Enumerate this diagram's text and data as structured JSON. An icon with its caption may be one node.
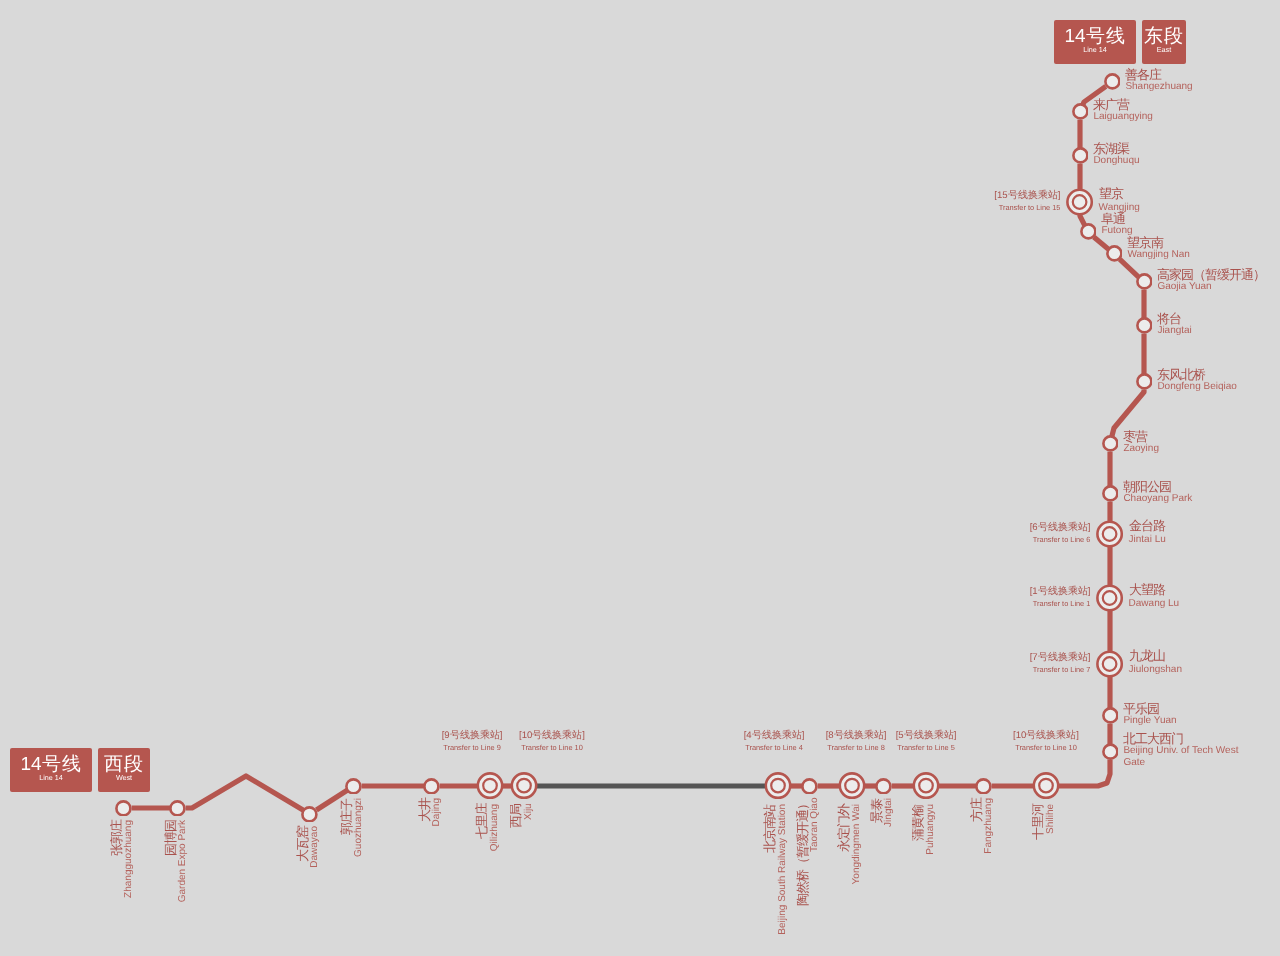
{
  "diagram": {
    "nodes": [
      {
        "text": [
          "14号线",
          "Line 14"
        ]
      },
      {
        "text": [
          "东段",
          "East"
        ]
      },
      {
        "text": [
          "善各庄",
          "Shangezhuang"
        ]
      },
      {
        "text": [
          "来广营",
          "Laiguangying"
        ]
      },
      {
        "text": [
          "东湖渠",
          "Donghuqu"
        ]
      },
      {
        "text": [
          "望京",
          "Wangjing"
        ],
        "beside": [
          "[15号线换乘站]",
          "Transfer to Line 15"
        ]
      },
      {
        "text": [
          "阜通",
          "Futong"
        ]
      },
      {
        "text": [
          "望京南",
          "Wangjing Nan"
        ]
      },
      {
        "text": [
          "高家园（暂缓开通）",
          "Gaojia Yuan"
        ]
      },
      {
        "text": [
          "将台",
          "Jiangtai"
        ]
      },
      {
        "text": [
          "东风北桥",
          "Dongfeng Beiqiao"
        ]
      },
      {
        "text": [
          "枣营",
          "Zaoying"
        ]
      },
      {
        "text": [
          "朝阳公园",
          "Chaoyang Park"
        ]
      },
      {
        "text": [
          "金台路",
          "Jintai Lu"
        ],
        "beside": [
          "[6号线换乘站]",
          "Transfer to Line 6"
        ]
      },
      {
        "text": [
          "大望路",
          "Dawang Lu"
        ],
        "beside": [
          "[1号线换乘站]",
          "Transfer to Line 1"
        ]
      },
      {
        "text": [
          "九龙山",
          "Jiulongshan"
        ],
        "beside": [
          "[7号线换乘站]",
          "Transfer to Line 7"
        ]
      },
      {
        "text": [
          "平乐园",
          "Pingle Yuan"
        ]
      },
      {
        "text": [
          "北工大西门",
          "Beijing Univ. of Tech West Gate"
        ]
      },
      {
        "text": [
          "14号线",
          "Line 14"
        ]
      },
      {
        "text": [
          "西段",
          "West"
        ]
      },
      {
        "text": [
          "张郭庄",
          "Zhangguozhuang"
        ]
      },
      {
        "text": [
          "园博园",
          "Garden Expo Park"
        ]
      },
      {
        "text": [
          "大瓦窑",
          "Dawayao"
        ]
      },
      {
        "text": [
          "郭庄子",
          "Guozhuangzi"
        ]
      },
      {
        "text": [
          "大井",
          "Dajing"
        ]
      },
      {
        "text": [
          "七里庄",
          "Qilizhuang"
        ],
        "beside": [
          "[9号线换乘站]",
          "Transfer to Line 9"
        ]
      },
      {
        "text": [
          "西局",
          "Xiju"
        ],
        "beside": [
          "[10号线换乘站]",
          "Transfer to Line 10"
        ]
      },
      {
        "text": [
          "北京南站",
          "Beijing South Railway Station"
        ],
        "beside": [
          "[4号线换乘站]",
          "Transfer to Line 4"
        ]
      },
      {
        "text": [
          "陶然桥（暂缓开通）",
          "Taoran Qiao"
        ]
      },
      {
        "text": [
          "永定门外",
          "Yongdingmen Wai"
        ],
        "beside": [
          "[8号线换乘站]",
          "Transfer to Line 8"
        ]
      },
      {
        "text": [
          "景泰",
          "Jingtai"
        ]
      },
      {
        "text": [
          "蒲黄榆",
          "Puhuangyu"
        ],
        "beside": [
          "[5号线换乘站]",
          "Transfer to Line 5"
        ]
      },
      {
        "text": [
          "方庄",
          "Fangzhuang"
        ]
      },
      {
        "text": [
          "十里河",
          "Shilihe"
        ],
        "beside": [
          "[10号线换乘站]",
          "Transfer to Line 10"
        ]
      }
    ],
    "edges": [
      {
        "from": 2,
        "to": 3,
        "arrow": "none"
      },
      {
        "from": 3,
        "to": 4,
        "arrow": "none"
      },
      {
        "from": 4,
        "to": 5,
        "arrow": "none"
      },
      {
        "from": 5,
        "to": 6,
        "arrow": "none"
      },
      {
        "from": 6,
        "to": 7,
        "arrow": "none"
      },
      {
        "from": 7,
        "to": 8,
        "arrow": "none"
      },
      {
        "from": 8,
        "to": 9,
        "arrow": "none"
      },
      {
        "from": 9,
        "to": 10,
        "arrow": "none"
      },
      {
        "from": 10,
        "to": 11,
        "arrow": "none"
      },
      {
        "from": 11,
        "to": 12,
        "arrow": "none"
      },
      {
        "from": 12,
        "to": 13,
        "arrow": "none"
      },
      {
        "from": 13,
        "to": 14,
        "arrow": "none"
      },
      {
        "from": 14,
        "to": 15,
        "arrow": "none"
      },
      {
        "from": 15,
        "to": 16,
        "arrow": "none"
      },
      {
        "from": 16,
        "to": 17,
        "arrow": "none"
      },
      {
        "from": 17,
        "to": 33,
        "arrow": "none"
      },
      {
        "from": 33,
        "to": 32,
        "arrow": "none"
      },
      {
        "from": 32,
        "to": 31,
        "arrow": "none"
      },
      {
        "from": 31,
        "to": 30,
        "arrow": "none"
      },
      {
        "from": 30,
        "to": 29,
        "arrow": "none"
      },
      {
        "from": 29,
        "to": 28,
        "arrow": "none"
      },
      {
        "from": 28,
        "to": 27,
        "arrow": "none"
      },
      {
        "from": 27,
        "to": 26,
        "arrow": "none",
        "color": "#555555"
      },
      {
        "from": 26,
        "to": 25,
        "arrow": "none"
      },
      {
        "from": 25,
        "to": 24,
        "arrow": "none"
      },
      {
        "from": 24,
        "to": 23,
        "arrow": "none"
      },
      {
        "from": 23,
        "to": 22,
        "arrow": "none"
      },
      {
        "from": 22,
        "to": 21,
        "arrow": "none"
      },
      {
        "from": 21,
        "to": 20,
        "arrow": "none"
      }
    ]
  }
}
